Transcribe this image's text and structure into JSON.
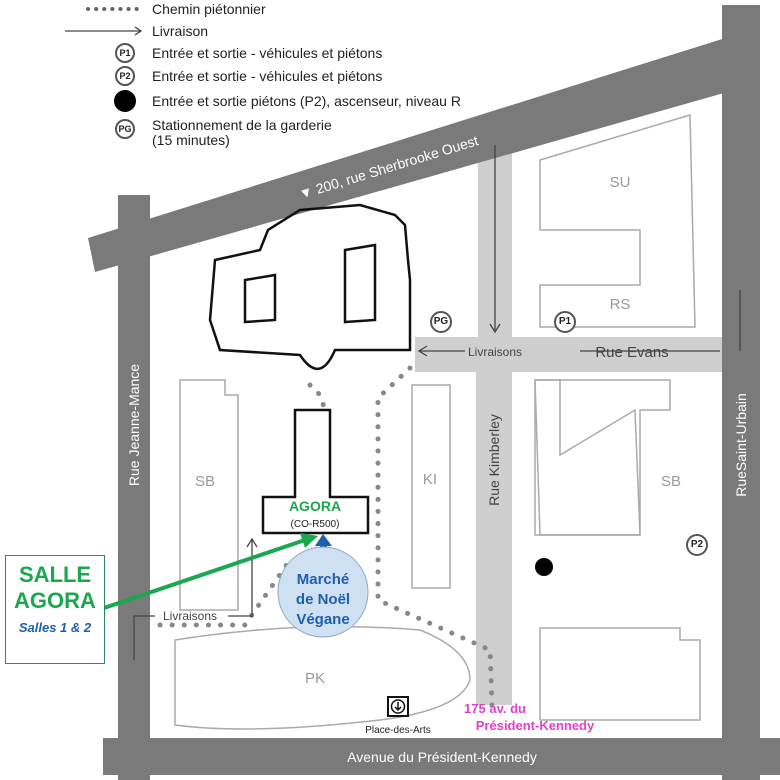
{
  "legend": {
    "items": [
      {
        "icon": "dotted-line-icon",
        "label": "Chemin piétonnier"
      },
      {
        "icon": "arrow-line-icon",
        "label": "Livraison"
      },
      {
        "icon": "P1",
        "label": "Entrée et sortie - véhicules et piétons"
      },
      {
        "icon": "P2",
        "label": "Entrée et sortie - véhicules et piétons"
      },
      {
        "icon": "black-dot-icon",
        "label": "Entrée et sortie piétons (P2), ascenseur, niveau R"
      },
      {
        "icon": "PG",
        "label": "Stationnement de la garderie",
        "label2": "(15 minutes)"
      }
    ]
  },
  "streets": {
    "sherbrooke": "▼ 200, rue Sherbrooke Ouest",
    "jeanne_mance": "Rue Jeanne-Mance",
    "saint_urbain": "RueSaint-Urbain",
    "evans": "Rue Evans",
    "kimberley": "Rue Kimberley",
    "kennedy": "Avenue du Président-Kennedy"
  },
  "buildings": {
    "su": "SU",
    "rs": "RS",
    "ki": "KI",
    "sb_right": "SB",
    "sb_left": "SB",
    "pk": "PK"
  },
  "markers": {
    "pg": "PG",
    "p1": "P1",
    "p2": "P2"
  },
  "deliveries": {
    "top": "Livraisons",
    "left": "Livraisons"
  },
  "agora": {
    "title": "AGORA",
    "code": "(CO-R500)"
  },
  "market": {
    "line1": "Marché",
    "line2": "de Noël",
    "line3": "Végane"
  },
  "salle": {
    "line1": "SALLE",
    "line2": "AGORA",
    "sub": "Salles 1 & 2"
  },
  "metro": {
    "label": "Place-des-Arts"
  },
  "address": {
    "line1": "175 av. du",
    "line2": "Président-Kennedy"
  },
  "colors": {
    "road": "#7a7a7a",
    "minor_road": "#cfcfcf",
    "green": "#1aa84f",
    "blue": "#1f5fae",
    "magenta": "#e040d0",
    "market_fill": "#cfe0f3"
  }
}
